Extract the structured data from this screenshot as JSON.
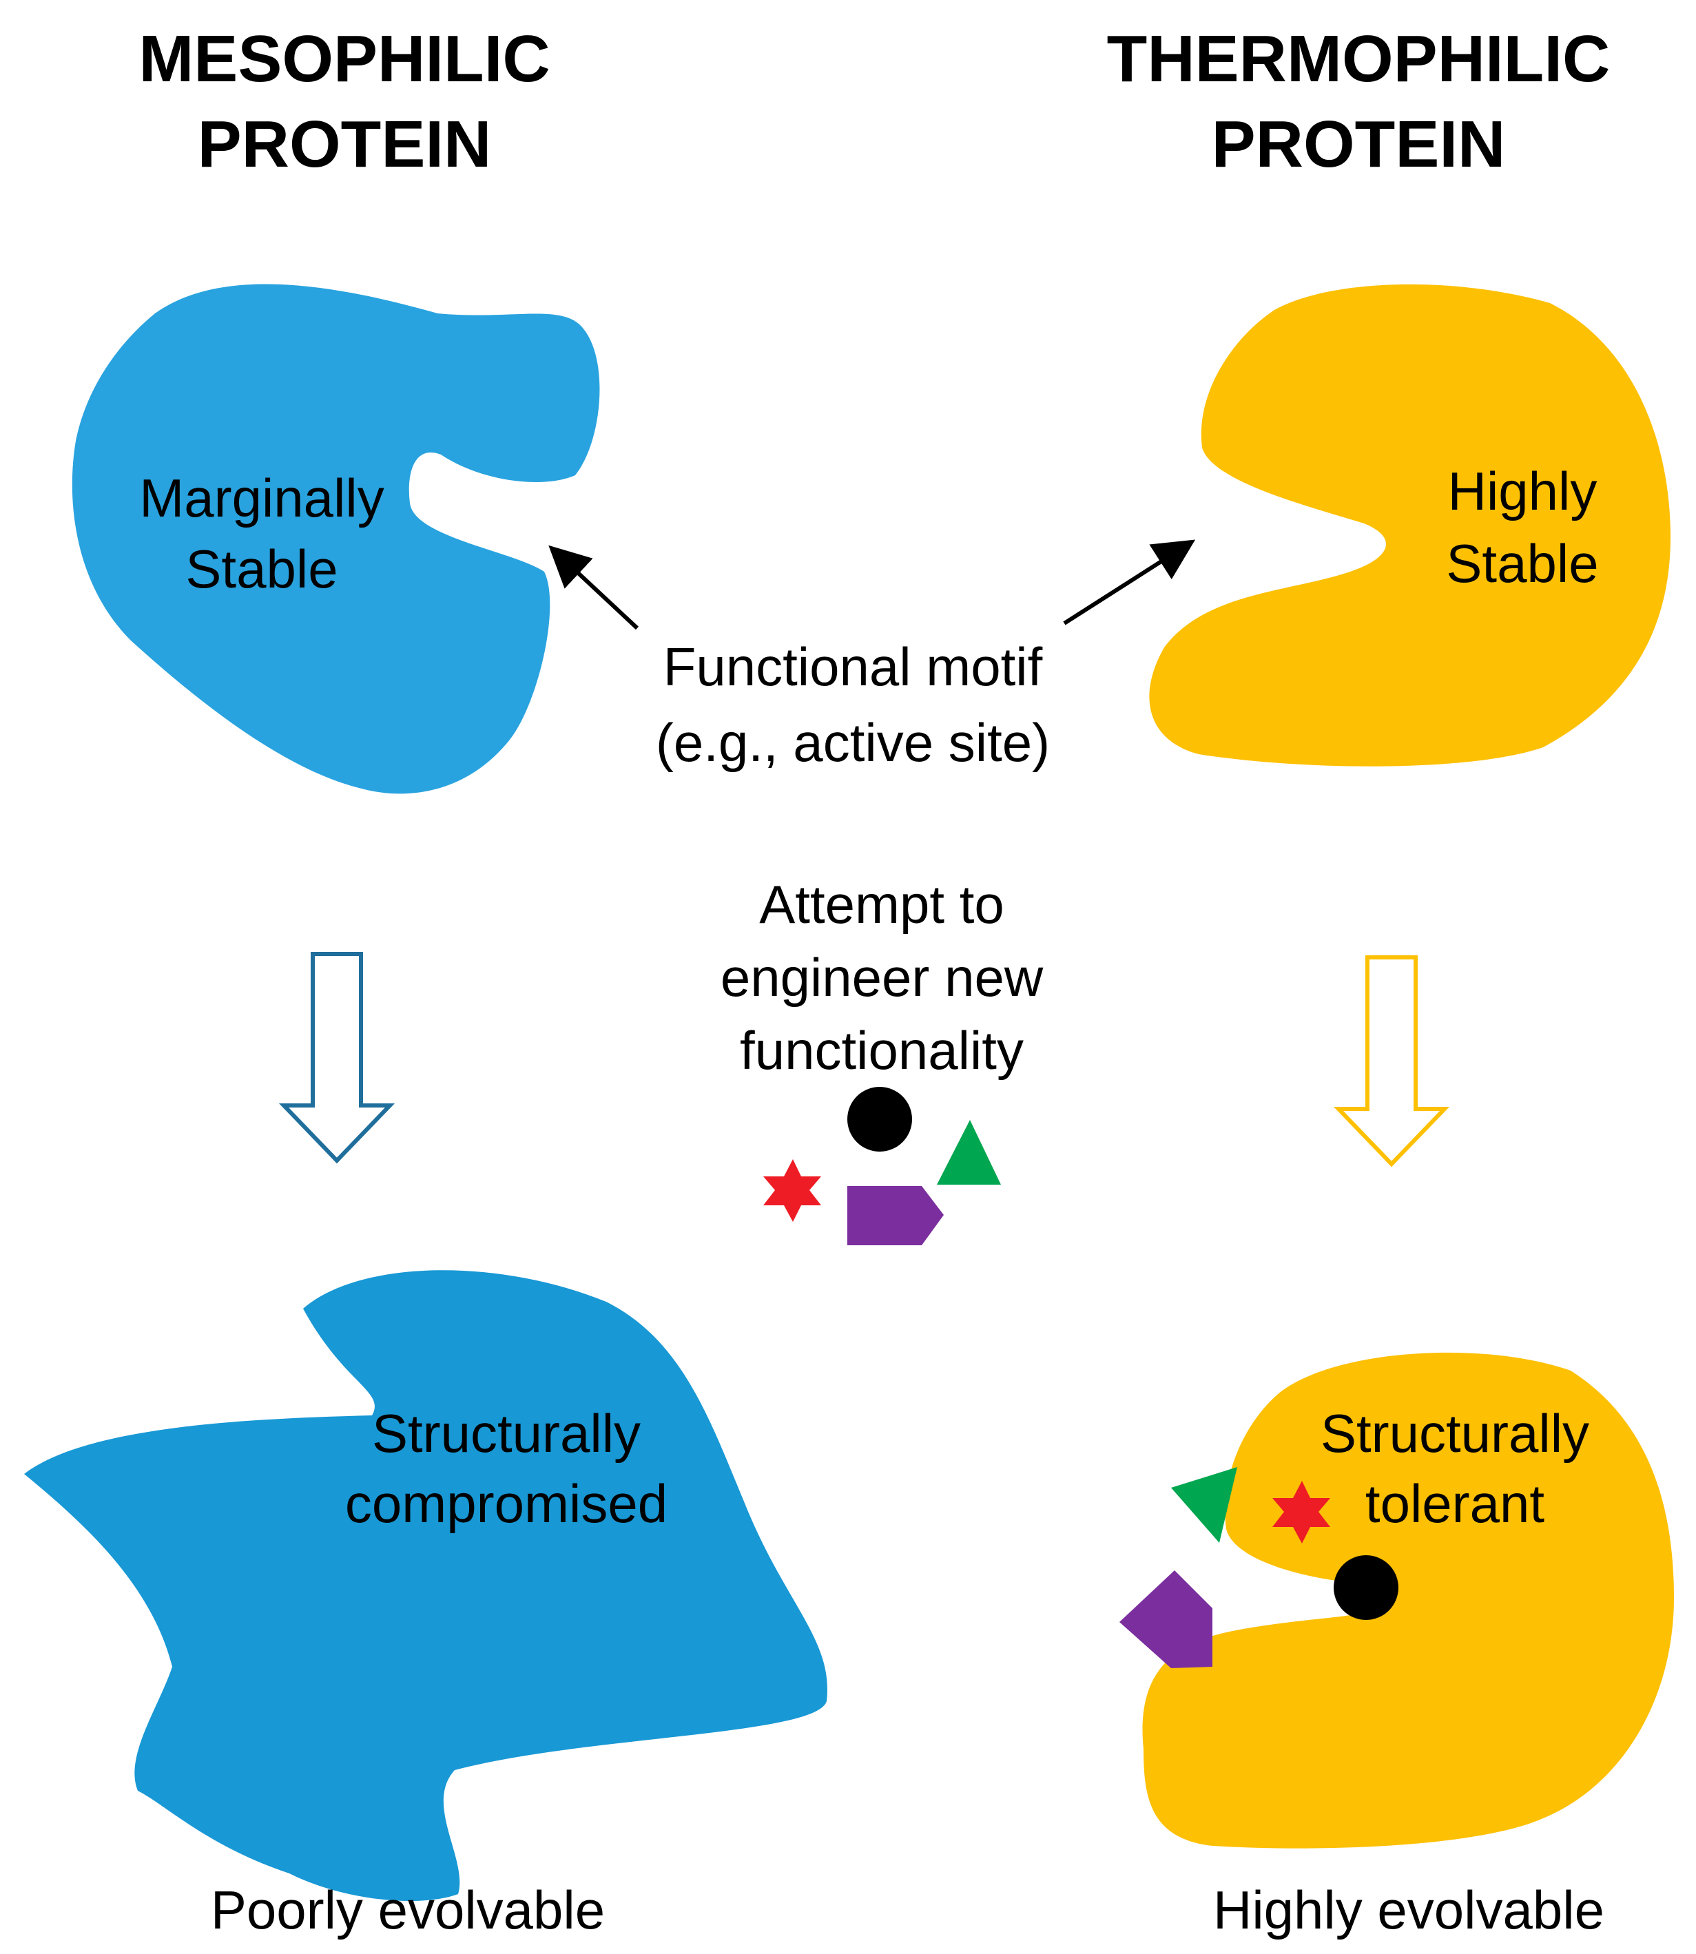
{
  "headings": {
    "mesophilic": [
      "MESOPHILIC",
      "PROTEIN"
    ],
    "thermophilic": [
      "THERMOPHILIC",
      "PROTEIN"
    ]
  },
  "top_labels": {
    "mesophilic": [
      "Marginally",
      "Stable"
    ],
    "thermophilic": [
      "Highly",
      "Stable"
    ]
  },
  "motif_label": [
    "Functional motif",
    "(e.g., active site)"
  ],
  "engineer_label": [
    "Attempt to",
    "engineer new",
    "functionality"
  ],
  "bottom_labels": {
    "mesophilic": [
      "Structurally",
      "compromised"
    ],
    "thermophilic": [
      "Structurally",
      "tolerant"
    ]
  },
  "outcomes": {
    "mesophilic": "Poorly evolvable",
    "thermophilic": "Highly evolvable"
  },
  "colors": {
    "mesophilic_blue": "#29A3DF",
    "mesophilic_blue_dark": "#1898D5",
    "down_arrow_blue": "#1F6E9C",
    "thermophilic_yellow": "#FDC003",
    "red": "#EE1C24",
    "green": "#00A650",
    "purple": "#7B2E9E",
    "black": "#000000"
  },
  "icons": [
    "black-circle-icon",
    "green-triangle-icon",
    "red-star-icon",
    "purple-pentagon-icon"
  ]
}
